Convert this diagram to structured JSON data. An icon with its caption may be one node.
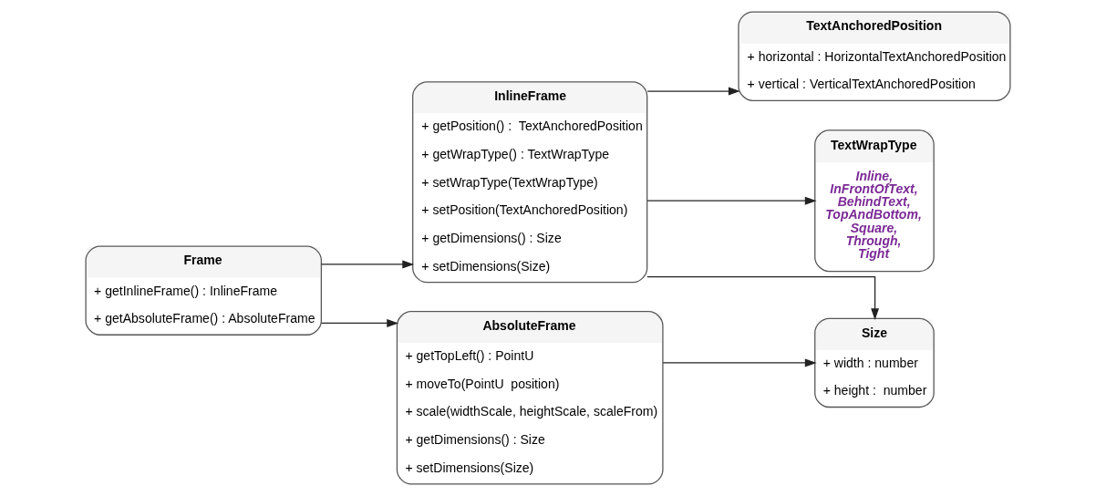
{
  "diagram": {
    "nodes": [
      {
        "text": [
          "Frame",
          "+ getInlineFrame() : InlineFrame",
          "+ getAbsoluteFrame() : AbsoluteFrame"
        ]
      },
      {
        "text": [
          "InlineFrame",
          "+ getPosition() :  TextAnchoredPosition",
          "+ getWrapType() : TextWrapType",
          "+ setWrapType(TextWrapType)",
          "+ setPosition(TextAnchoredPosition)",
          "+ getDimensions() : Size",
          "+ setDimensions(Size)"
        ]
      },
      {
        "text": [
          "AbsoluteFrame",
          "+ getTopLeft() : PointU",
          "+ moveTo(PointU  position)",
          "+ scale(widthScale, heightScale, scaleFrom)",
          "+ getDimensions() : Size",
          "+ setDimensions(Size)"
        ]
      },
      {
        "text": [
          "TextAnchoredPosition",
          "+ horizontal : HorizontalTextAnchoredPosition",
          "+ vertical : VerticalTextAnchoredPosition"
        ]
      },
      {
        "text": [
          "TextWrapType",
          "Inline, InFrontOfText, BehindText, TopAndBottom, Square, Through, Tight"
        ]
      },
      {
        "text": [
          "Size",
          "+ width : number",
          "+ height :  number"
        ]
      }
    ],
    "edges": [
      {
        "from": 0,
        "to": 1,
        "arrow": "to"
      },
      {
        "from": 0,
        "to": 2,
        "arrow": "to"
      },
      {
        "from": 1,
        "to": 3,
        "arrow": "to"
      },
      {
        "from": 1,
        "to": 4,
        "arrow": "to"
      },
      {
        "from": 1,
        "to": 5,
        "arrow": "to"
      },
      {
        "from": 2,
        "to": 5,
        "arrow": "to"
      }
    ]
  }
}
